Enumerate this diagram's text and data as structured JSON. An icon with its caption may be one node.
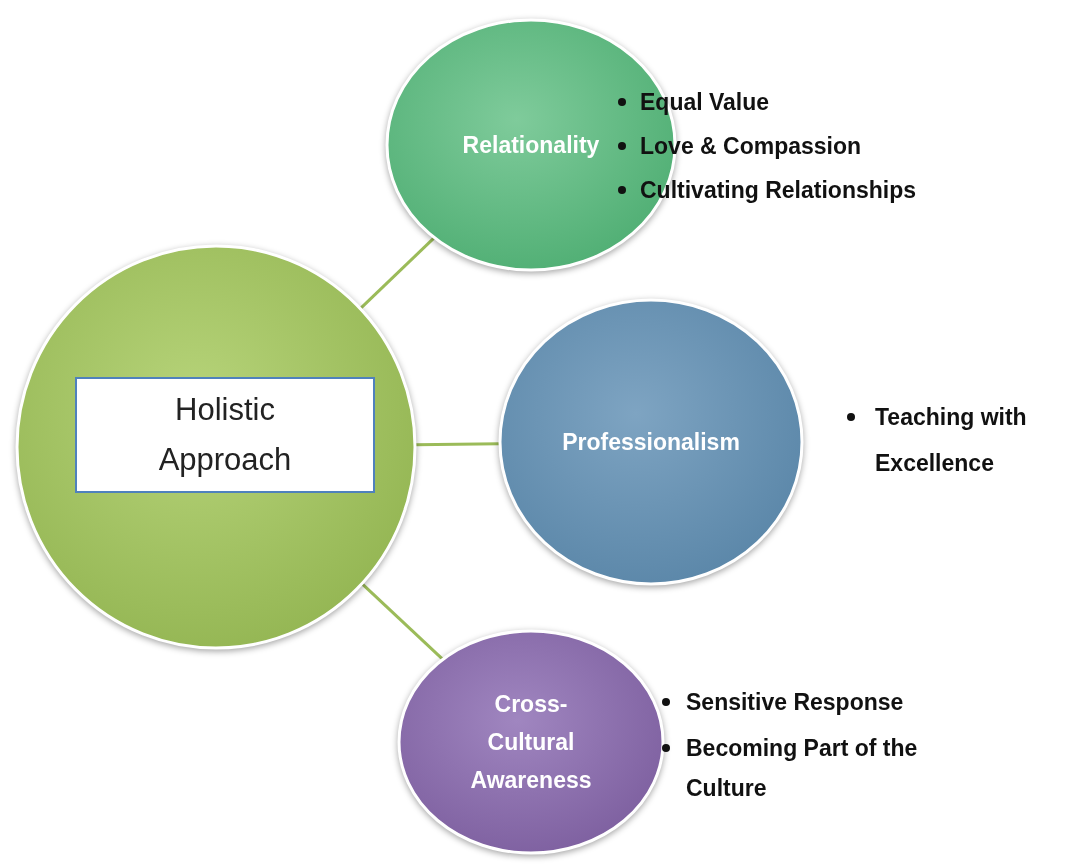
{
  "diagram": {
    "nodes": [
      {
        "text": [],
        "shape": "circle"
      },
      {
        "text": [
          "Holistic Approach"
        ],
        "in": 0
      },
      {
        "text": [
          "Relationality"
        ],
        "beside": [
          "Equal Value",
          "Love & Compassion",
          "Cultivating Relationships"
        ]
      },
      {
        "text": [
          "Professionalism"
        ],
        "beside": [
          "Teaching with Excellence"
        ]
      },
      {
        "text": [
          "Cross-Cultural Awareness"
        ],
        "beside": [
          "Sensitive Response",
          "Becoming Part of the Culture"
        ]
      }
    ],
    "edges": [
      {
        "from": 0,
        "to": 2,
        "arrow": "none"
      },
      {
        "from": 0,
        "to": 3,
        "arrow": "none"
      },
      {
        "from": 0,
        "to": 4,
        "arrow": "none"
      }
    ]
  }
}
